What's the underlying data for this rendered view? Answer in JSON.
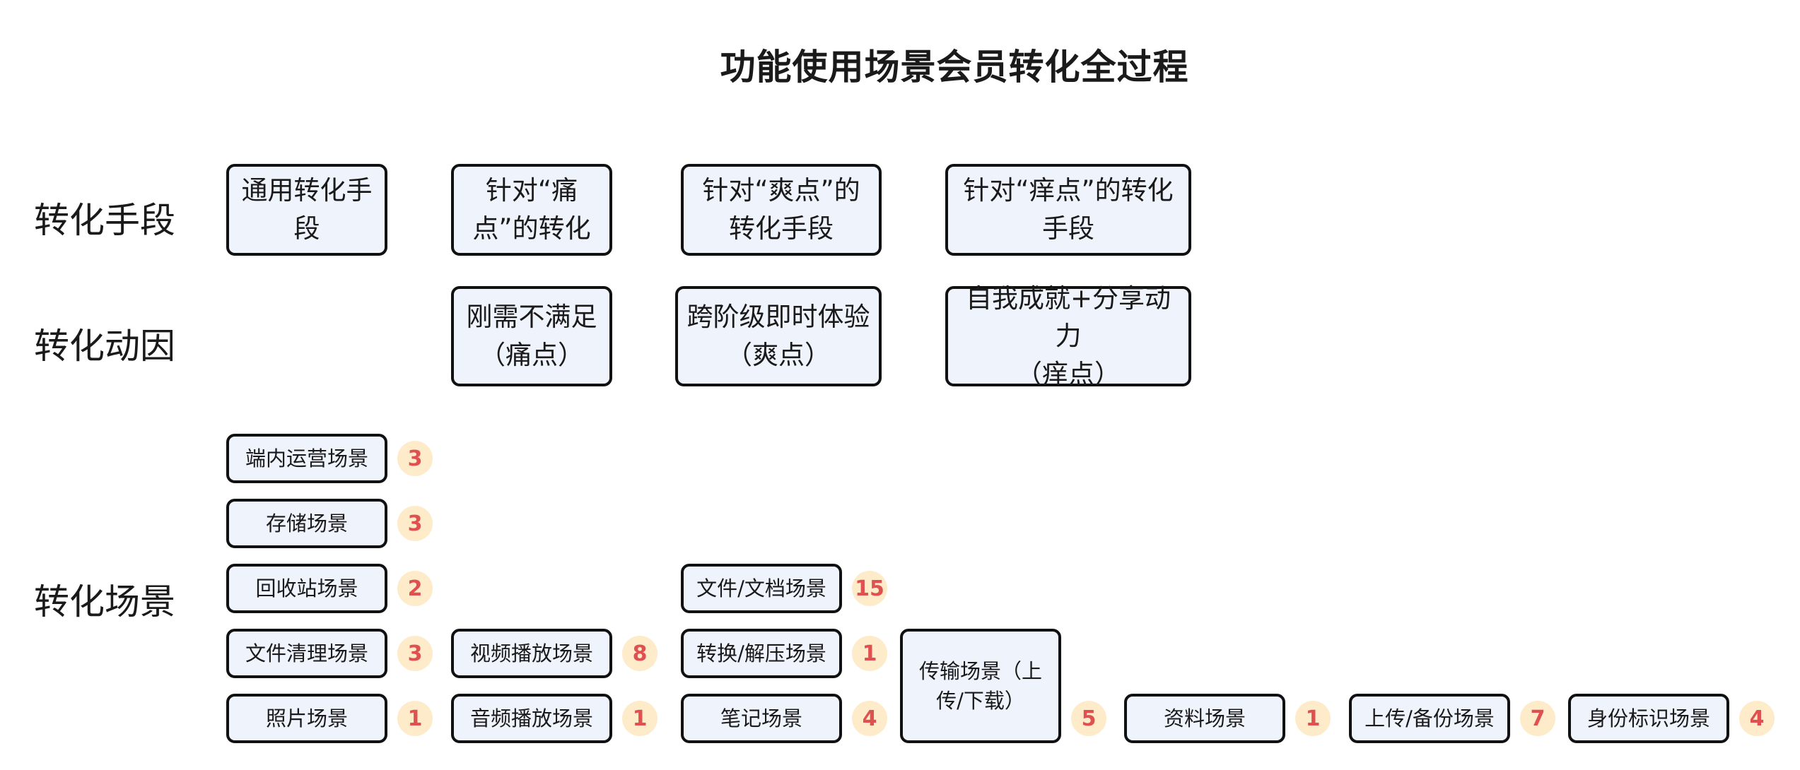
{
  "title": "功能使用场景会员转化全过程",
  "rows": {
    "means_label": "转化手段",
    "motive_label": "转化动因",
    "scene_label": "转化场景"
  },
  "means": [
    {
      "line1": "通用转化手",
      "line2": "段"
    },
    {
      "line1": "针对“痛",
      "line2": "点”的转化"
    },
    {
      "line1": "针对“爽点”的",
      "line2": "转化手段"
    },
    {
      "line1": "针对“痒点”的转化",
      "line2": "手段"
    }
  ],
  "motives": [
    {
      "line1": "刚需不满足",
      "line2": "（痛点）"
    },
    {
      "line1": "跨阶级即时体验",
      "line2": "（爽点）"
    },
    {
      "line1": "自我成就+分享动力",
      "line2": "（痒点）"
    }
  ],
  "scenes": [
    {
      "label": "端内运营场景",
      "count": "3"
    },
    {
      "label": "存储场景",
      "count": "3"
    },
    {
      "label": "回收站场景",
      "count": "2"
    },
    {
      "label": "文件清理场景",
      "count": "3"
    },
    {
      "label": "照片场景",
      "count": "1"
    },
    {
      "label": "视频播放场景",
      "count": "8"
    },
    {
      "label": "音频播放场景",
      "count": "1"
    },
    {
      "label": "文件/文档场景",
      "count": "15"
    },
    {
      "label": "转换/解压场景",
      "count": "1"
    },
    {
      "label": "笔记场景",
      "count": "4"
    },
    {
      "line1": "传输场景（上",
      "line2": "传/下载）",
      "count": "5"
    },
    {
      "label": "资料场景",
      "count": "1"
    },
    {
      "label": "上传/备份场景",
      "count": "7"
    },
    {
      "label": "身份标识场景",
      "count": "4"
    }
  ]
}
